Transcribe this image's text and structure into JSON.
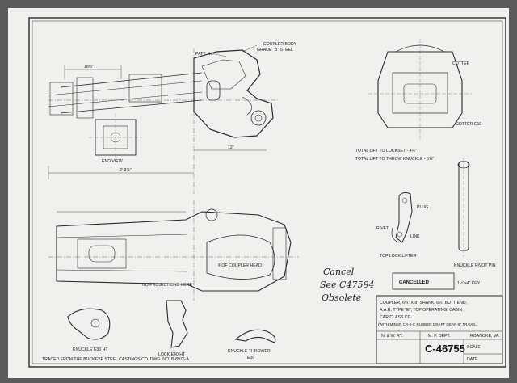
{
  "labels": {
    "coupler_body": "COUPLER BODY",
    "coupler_body_grade": "GRADE \"B\" STEEL",
    "patt": "PATT. No.",
    "cotter_top": "COTTER",
    "cotter_c": "COTTER C10",
    "end_view": "END VIEW",
    "dim_18": "18½\"",
    "dim_12": "12\"",
    "dim_2_3": "2'-3½\"",
    "total_lift_lockset": "TOTAL LIFT TO LOCKSET - 4½\"",
    "total_lift_throw": "TOTAL LIFT TO THROW KNUCKLE - 5⅜\"",
    "plug": "PLUG",
    "rivet": "RIVET",
    "link": "LINK",
    "top_lock_lifter": "TOP LOCK LIFTER",
    "knuckle_pivot_pin": "KNUCKLE PIVOT PIN",
    "key": "1½\"x4\" KEY",
    "cl_coupler_head": "¢ OF COUPLER HEAD",
    "no_projections": "NO PROJECTIONS HERE",
    "knuckle_ht": "KNUCKLE E30 HT",
    "lock_ht": "LOCK E40 HT",
    "knuckle_thrower": "KNUCKLE THROWER",
    "knuckle_thrower_id": "E30",
    "traced_from": "TRACED FROM THE BUCKEYE STEEL CASTINGS CO. DWG. NO. B-8976-A",
    "cancel_note_1": "Cancel",
    "cancel_note_2": "See C47594",
    "cancel_note_3": "Obsolete",
    "cancelled_stamp": "CANCELLED"
  },
  "title_block": {
    "line1": "COUPLER, 6¼\" X 8\" SHANK, 6½\" BUTT END,",
    "line2": "A.A.R. TYPE \"E\", TOP OPERATING, CABIN",
    "line3": "CAR CLASS CG.",
    "line4": "(WITH MINER CR-6-C RUBBER DRAFT GEAR-6\" TRAVEL)",
    "railway": "N. & W. RY.",
    "dept": "M. P. DEPT.",
    "location": "ROANOKE, VA.",
    "dwg_no": "C-46755",
    "scale": "SCALE",
    "date": "DATE"
  }
}
